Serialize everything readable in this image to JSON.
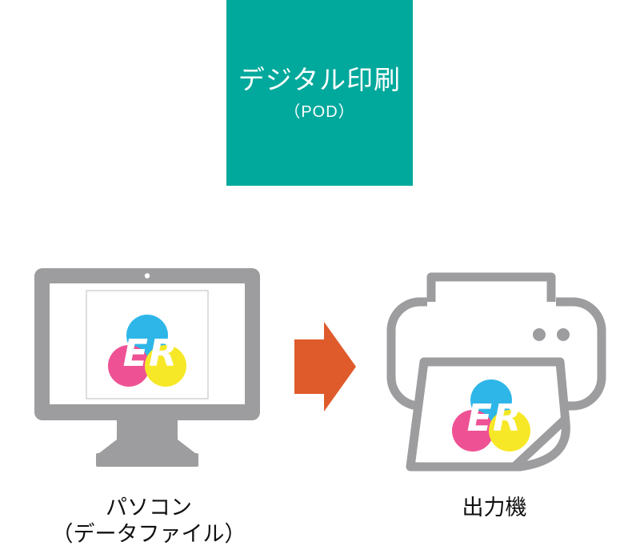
{
  "header": {
    "title": "デジタル印刷",
    "subtitle": "（POD）",
    "bg_color": "#00A99C",
    "text_color": "#FFFFFF"
  },
  "flow": {
    "source": {
      "label_line1": "パソコン",
      "label_line2": "（データファイル）"
    },
    "target": {
      "label": "出力機"
    },
    "arrow_color": "#DF5B2B",
    "device_color": "#9D9D9F",
    "logo": {
      "letters": "ER",
      "cyan": "#2EB6E8",
      "magenta": "#EE5294",
      "yellow": "#F7E827"
    }
  }
}
